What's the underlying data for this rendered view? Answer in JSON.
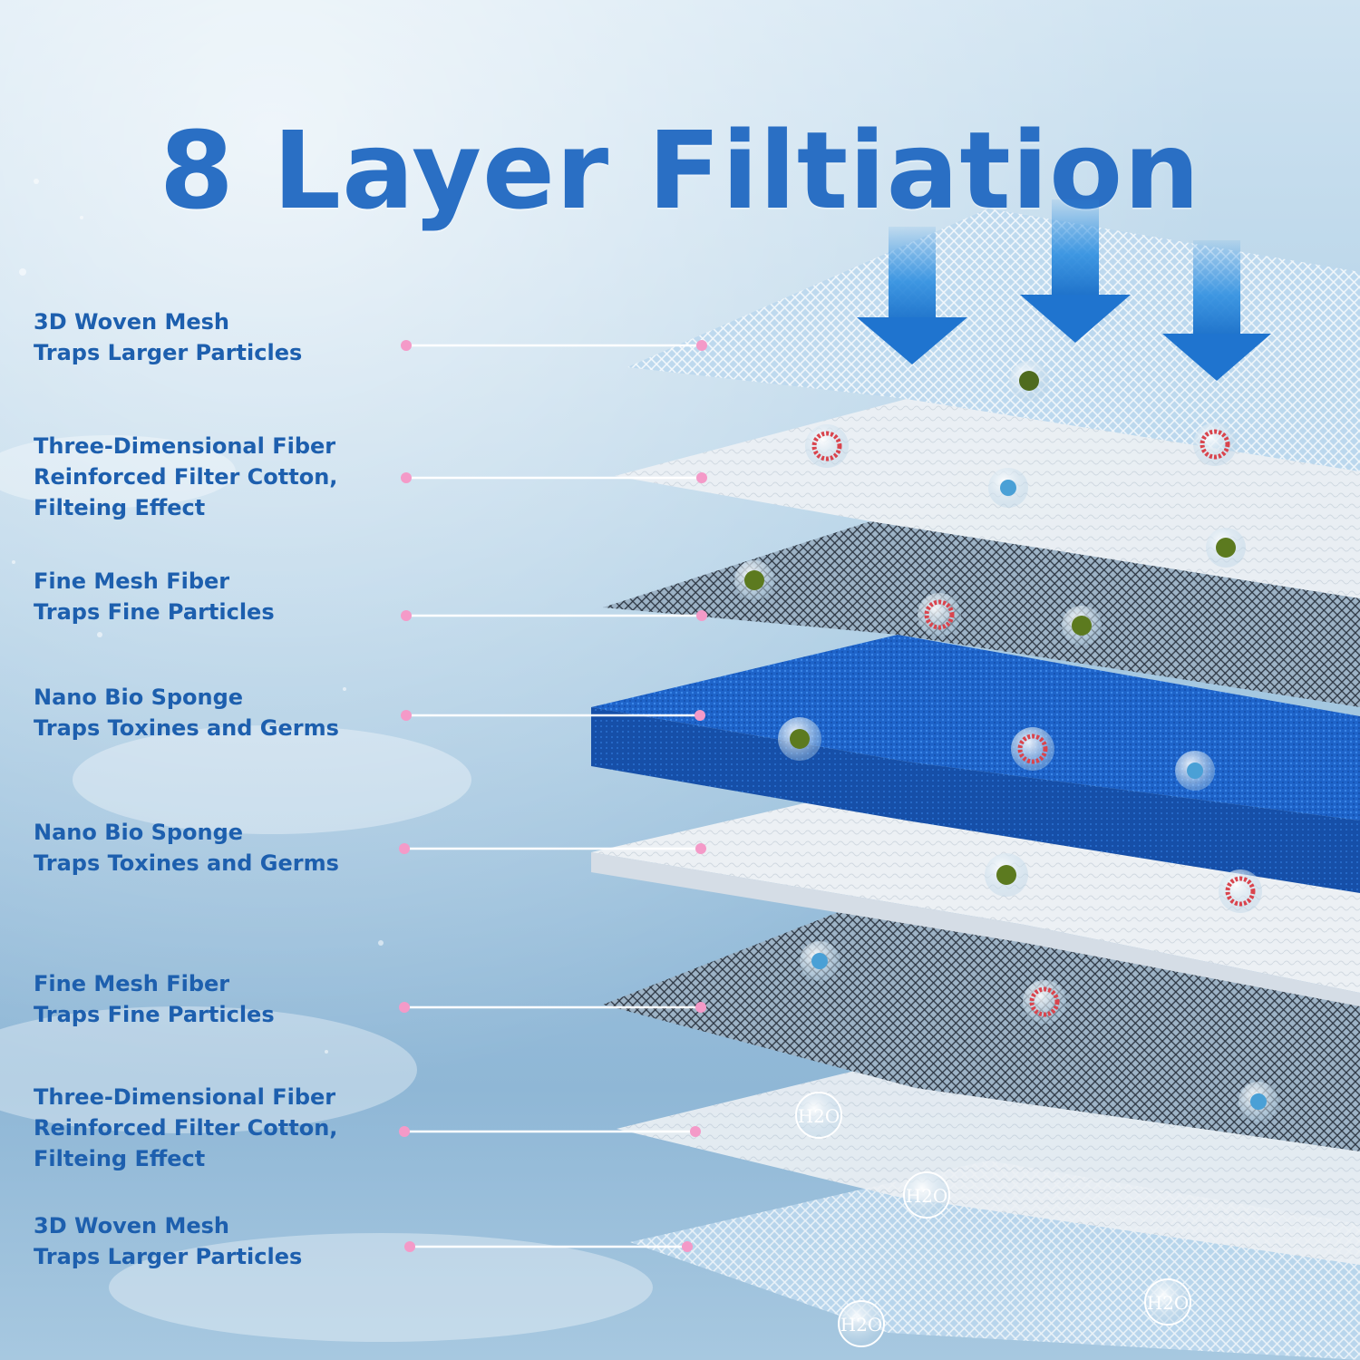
{
  "title": "8 Layer Filtiation",
  "layers": [
    {
      "lines": [
        "3D Woven Mesh",
        "Traps Larger Particles"
      ]
    },
    {
      "lines": [
        "Three-Dimensional Fiber",
        "Reinforced Filter Cotton,",
        "Filteing Effect"
      ]
    },
    {
      "lines": [
        "Fine Mesh Fiber",
        "Traps Fine Particles"
      ]
    },
    {
      "lines": [
        "Nano Bio Sponge",
        "Traps Toxines and Germs"
      ]
    },
    {
      "lines": [
        "Nano Bio Sponge",
        "Traps Toxines and Germs"
      ]
    },
    {
      "lines": [
        "Fine Mesh Fiber",
        "Traps Fine Particles"
      ]
    },
    {
      "lines": [
        "Three-Dimensional Fiber",
        "Reinforced Filter Cotton,",
        "Filteing Effect"
      ]
    },
    {
      "lines": [
        "3D Woven Mesh",
        "Traps Larger Particles"
      ]
    }
  ],
  "water_badges": [
    "H2O",
    "H2O",
    "H2O",
    "H2O"
  ],
  "colors": {
    "title": "#2a6fc4",
    "label": "#1d5fae",
    "connector_dot": "#f49ac8",
    "sponge": "#1e63c9",
    "arrow": "#2f8fe0"
  }
}
